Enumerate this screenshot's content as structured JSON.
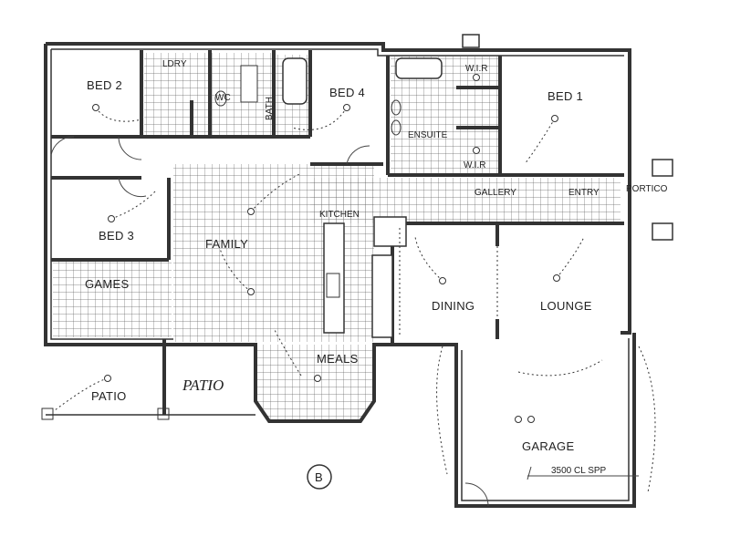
{
  "rooms": {
    "bed2": "BED 2",
    "ldry": "LDRY",
    "wc": "WC",
    "bath": "BATH",
    "bed4": "BED 4",
    "wir_top": "W.I.R",
    "bed1": "BED 1",
    "ensuite": "ENSUITE",
    "wir_bottom": "W.I.R",
    "gallery": "GALLERY",
    "entry": "ENTRY",
    "portico": "PORTICO",
    "kitchen": "KITCHEN",
    "bed3": "BED 3",
    "family": "FAMILY",
    "games": "GAMES",
    "dining": "DINING",
    "lounge": "LOUNGE",
    "meals": "MEALS",
    "patio_left": "PATIO",
    "patio_hand": "PATIO",
    "garage": "GARAGE"
  },
  "ceiling_note": "3500 CL SPP",
  "plan_marker": "B"
}
